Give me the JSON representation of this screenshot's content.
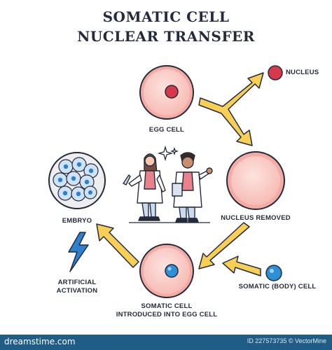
{
  "title_line1": "SOMATIC CELL",
  "title_line2": "NUCLEAR TRANSFER",
  "labels": {
    "nucleus": "NUCLEUS",
    "egg_cell": "EGG CELL",
    "nucleus_removed": "NUCLEUS REMOVED",
    "somatic_body_cell": "SOMATIC (BODY) CELL",
    "introduced_line1": "SOMATIC CELL",
    "introduced_line2": "INTRODUCED INTO EGG CELL",
    "artificial_line1": "ARTIFICIAL",
    "artificial_line2": "ACTIVATION",
    "embryo": "EMBRYO"
  },
  "footer": {
    "brand": "dreamstime.com",
    "ids": "ID 227573735 © VectorMine"
  },
  "colors": {
    "cell_fill": "#f9c9c4",
    "cell_stroke": "#f0a6a0",
    "nucleus_red": "#d8394a",
    "somatic_blue": "#2d8fd6",
    "arrow_yellow": "#f7cf55",
    "outline": "#242b3d",
    "bolt_blue": "#2d7fd0"
  },
  "icons": [
    "egg-cell-icon",
    "nucleus-icon",
    "enucleated-cell-icon",
    "somatic-cell-icon",
    "reconstructed-cell-icon",
    "embryo-icon",
    "lightning-bolt-icon",
    "scientists-illustration",
    "sparkle-icon"
  ]
}
